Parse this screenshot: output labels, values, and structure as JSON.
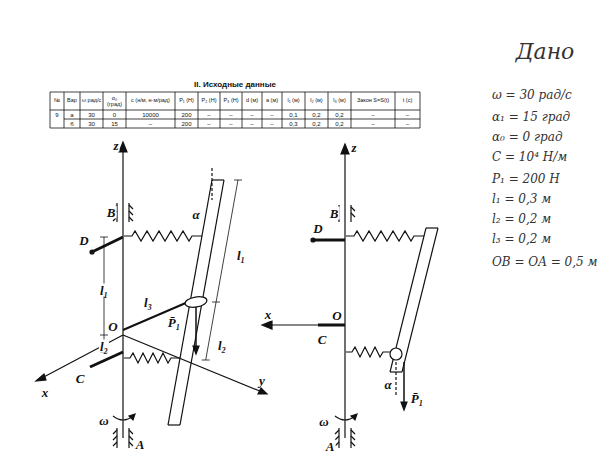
{
  "diagram": {
    "title": "II. Исходные данные",
    "labels": [
      "№",
      "Вар",
      "ω рад/с",
      "α₀ (град)",
      "c (н/м, н·м/рад)",
      "P₁ (Н)",
      "P₂ (Н)",
      "P₃ (Н)",
      "d (м)",
      "a (м)",
      "l₁ (м)",
      "l₂ (м)",
      "l₃ (м)",
      "Закон S=S(t)",
      "t (с)",
      "9",
      "а",
      "30",
      "0",
      "10000",
      "200",
      "–",
      "–",
      "–",
      "–",
      "0,1",
      "0,2",
      "0,2",
      "–",
      "–",
      "б",
      "30",
      "15",
      "–",
      "200",
      "–",
      "–",
      "–",
      "–",
      "0,3",
      "0,2",
      "0,2",
      "–",
      "–",
      "z",
      "B",
      "D",
      "α",
      "l₁",
      "l₃",
      "l₁",
      "P̄₁",
      "l₂",
      "O",
      "C",
      "l₂",
      "x",
      "y",
      "ω",
      "A",
      "z",
      "B",
      "D",
      "x",
      "O",
      "C",
      "α",
      "P̄₁",
      "ω",
      "A",
      "Дано",
      "ω = 30 рад/с",
      "α₁ = 15 град",
      "α₀ = 0 град",
      "C = 10⁴ Н/м",
      "P₁ = 200 Н",
      "l₁ = 0,3 м",
      "l₂ = 0,2 м",
      "l₃ = 0,2 м",
      "OB = OA = 0,5 м"
    ]
  }
}
